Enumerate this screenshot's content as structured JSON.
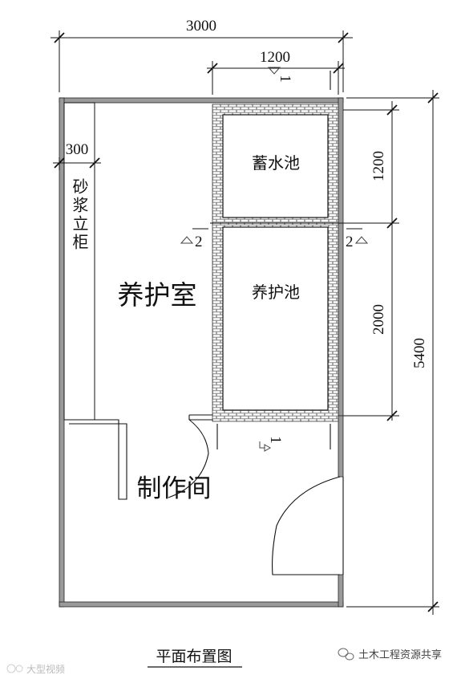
{
  "title": "平面布置图",
  "dimensions": {
    "overall_width": "3000",
    "tank_width": "1200",
    "cabinet_width": "300",
    "storage_height": "1200",
    "curing_pool_height": "2000",
    "overall_height": "5400"
  },
  "rooms": {
    "storage_tank": "蓄水池",
    "curing_pool": "养护池",
    "curing_room": "养护室",
    "mortar_cabinet": "砂浆立柜",
    "workshop": "制作间"
  },
  "section_marks": {
    "section1": "1",
    "section2": "2"
  },
  "watermarks": {
    "left": "大型视频",
    "right": "土木工程资源共享"
  },
  "colors": {
    "wall": "#9a9a9a",
    "line": "#111111",
    "brick_mortar": "#8f8f8f"
  }
}
